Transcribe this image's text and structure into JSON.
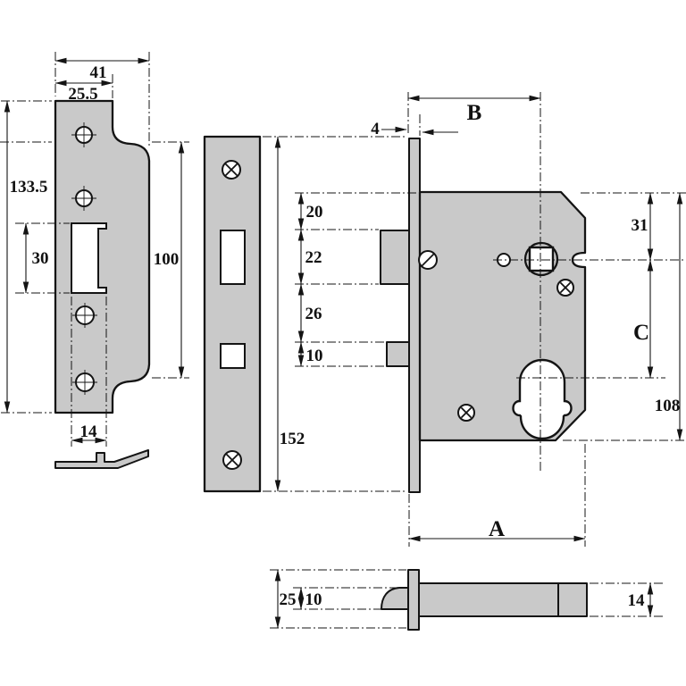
{
  "colors": {
    "part_fill": "#c9c9c9",
    "outline": "#141414",
    "hole_fill": "#ffffff",
    "background": "#ffffff"
  },
  "dims": {
    "strike": {
      "outer_width": "41",
      "inner_width": "25.5",
      "height": "133.5",
      "opening_height": "30",
      "lip_height": "100",
      "opening_width": "14"
    },
    "faceplate": {
      "height": "152"
    },
    "lock": {
      "plate_thickness": "4",
      "backset": "B",
      "top_offset": "20",
      "latch_height": "22",
      "bolt_gap": "26",
      "bolt_height": "10",
      "top_to_spindle": "31",
      "spindle_to_cylinder": "C",
      "case_height": "108",
      "case_depth": "A"
    },
    "plan": {
      "plate_width": "25",
      "latch_width": "10",
      "case_thickness": "14"
    }
  }
}
